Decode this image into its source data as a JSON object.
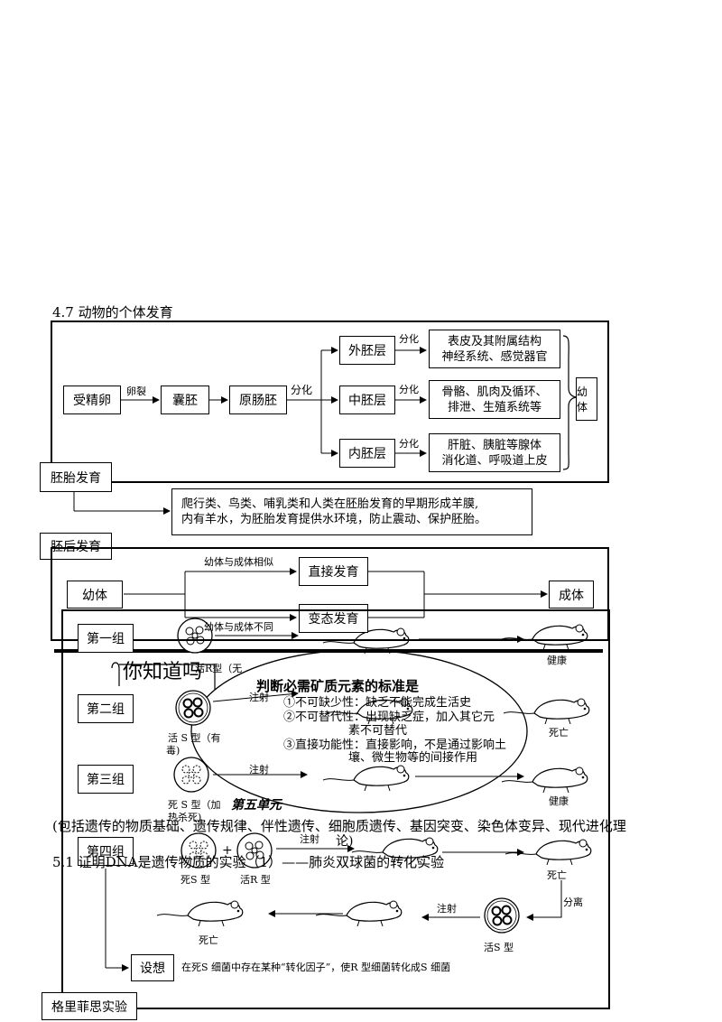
{
  "section_47": {
    "title": "4.7 动物的个体发育",
    "egg": "受精卵",
    "cleavage": "卵裂",
    "blastula": "囊胚",
    "gastrula": "原肠胚",
    "differentiation": "分化",
    "ectoderm": "外胚层",
    "mesoderm": "中胚层",
    "endoderm": "内胚层",
    "ecto_result_1": "表皮及其附属结构",
    "ecto_result_2": "神经系统、感觉器官",
    "meso_result_1": "骨骼、肌肉及循环、",
    "meso_result_2": "排泄、生殖系统等",
    "endo_result_1": "肝脏、胰脏等腺体",
    "endo_result_2": "消化道、呼吸道上皮",
    "juvenile_side": "幼体",
    "embryo_label": "胚胎发育",
    "amnion_note_1": "爬行类、鸟类、哺乳类和人类在胚胎发育的早期形成羊膜,",
    "amnion_note_2": "内有羊水，为胚胎发育提供水环境，防止震动、保护胚胎。",
    "postembryo_label": "胚后发育",
    "juvenile": "幼体",
    "similar": "幼体与成体相似",
    "direct": "直接发育",
    "adult": "成体",
    "different": "幼体与成体不同",
    "metamorphosis": "变态发育"
  },
  "did_you_know": "你知道吗",
  "mineral": {
    "title": "判断必需矿质元素的标准是",
    "line1": "①不可缺少性：缺乏不能完成生活史",
    "line2": "②不可替代性：出现缺乏症，加入其它元",
    "line2b": "素不可替代",
    "line3": "③直接功能性：直接影响，不是通过影响土",
    "line3b": "壤、微生物等的间接作用"
  },
  "unit5": {
    "title": "第五单元",
    "scope_line": "(包括遗传的物质基础、遗传规律、伴性遗传、细胞质遗传、基因突变、染色体变异、现代进化理",
    "scope_tail": "论)",
    "section_51": "5.1 证明DNA是遗传物质的实验（1）——肺炎双球菌的转化实验"
  },
  "griffith": {
    "label": "格里菲思实验",
    "group1": "第一组",
    "group2": "第二组",
    "group3": "第三组",
    "group4": "第四组",
    "inject": "注射",
    "healthy": "健康",
    "dead": "死亡",
    "r_type_live": "活R型（无",
    "s_type_live": "活 S 型（有",
    "s_type_live2": "毒)",
    "s_type_dead": "死 S 型（加",
    "s_type_dead2": "热杀死)",
    "dead_s": "死S 型",
    "live_r": "活R 型",
    "plus": "+",
    "separate": "分离",
    "live_s": "活S 型",
    "hypothesis": "设想",
    "hypothesis_text": "在死S 细菌中存在某种“转化因子”，使R 型细菌转化成S 细菌"
  }
}
